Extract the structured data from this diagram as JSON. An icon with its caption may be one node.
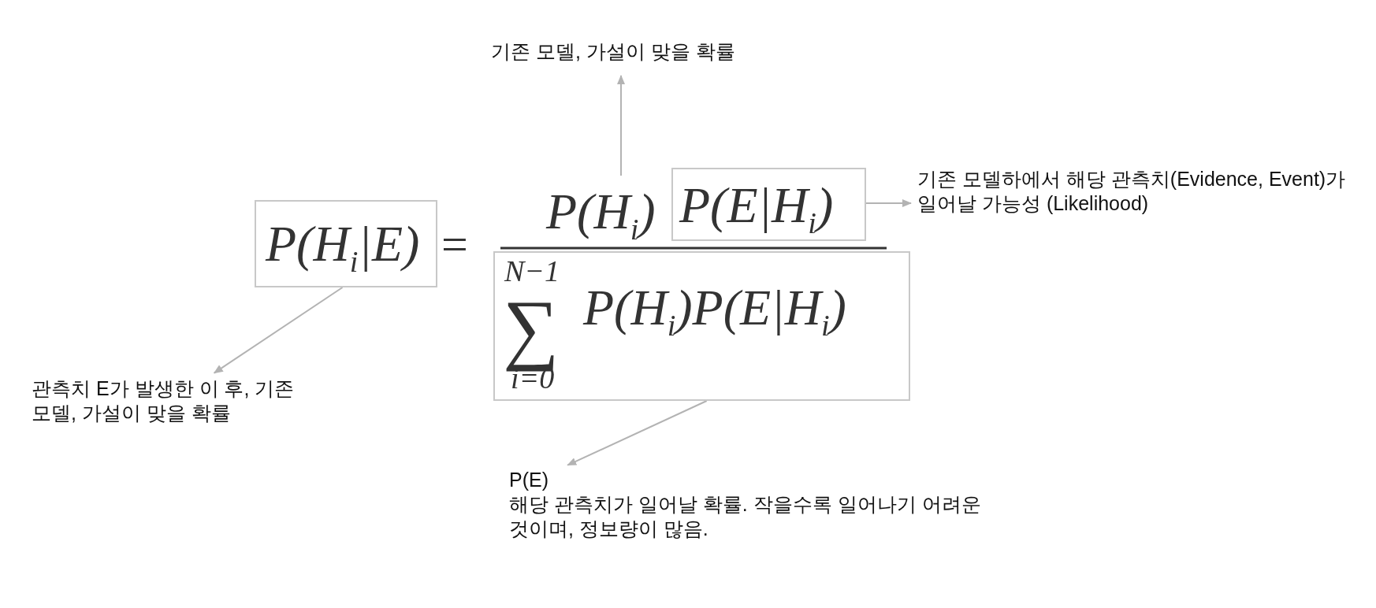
{
  "diagram": {
    "nodes": [
      {
        "text": [
          "P(H$_{i}$|E)"
        ]
      },
      {
        "text": [
          "P(H$_{i}$)"
        ]
      },
      {
        "text": [
          "P(E|H$_{i}$)"
        ]
      },
      {
        "text": [
          "N−1",
          "∑",
          "P(H$_{i}$)P(E|H$_{i}$)",
          "i=0"
        ]
      },
      {
        "text": [
          "기존 모델, 가설이 맞을 확률"
        ]
      },
      {
        "text": [
          "기존 모델하에서 해당 관측치(Evidence, Event)가 일어날 가능성 (Likelihood)"
        ]
      },
      {
        "text": [
          "관측치 E가 발생한 이 후, 기존 모델, 가설이 맞을 확률"
        ]
      },
      {
        "text": [
          "P(E)",
          "해당 관측치가 일어날 확률. 작을수록 일어나기 어려운 것이며, 정보량이 많음."
        ]
      }
    ],
    "edges": [
      {
        "from": 1,
        "to": 4,
        "arrow": "to"
      },
      {
        "from": 2,
        "to": 5,
        "arrow": "to"
      },
      {
        "from": 0,
        "to": 6,
        "arrow": "to"
      },
      {
        "from": 3,
        "to": 7,
        "arrow": "to"
      }
    ],
    "labels": [
      "="
    ]
  }
}
